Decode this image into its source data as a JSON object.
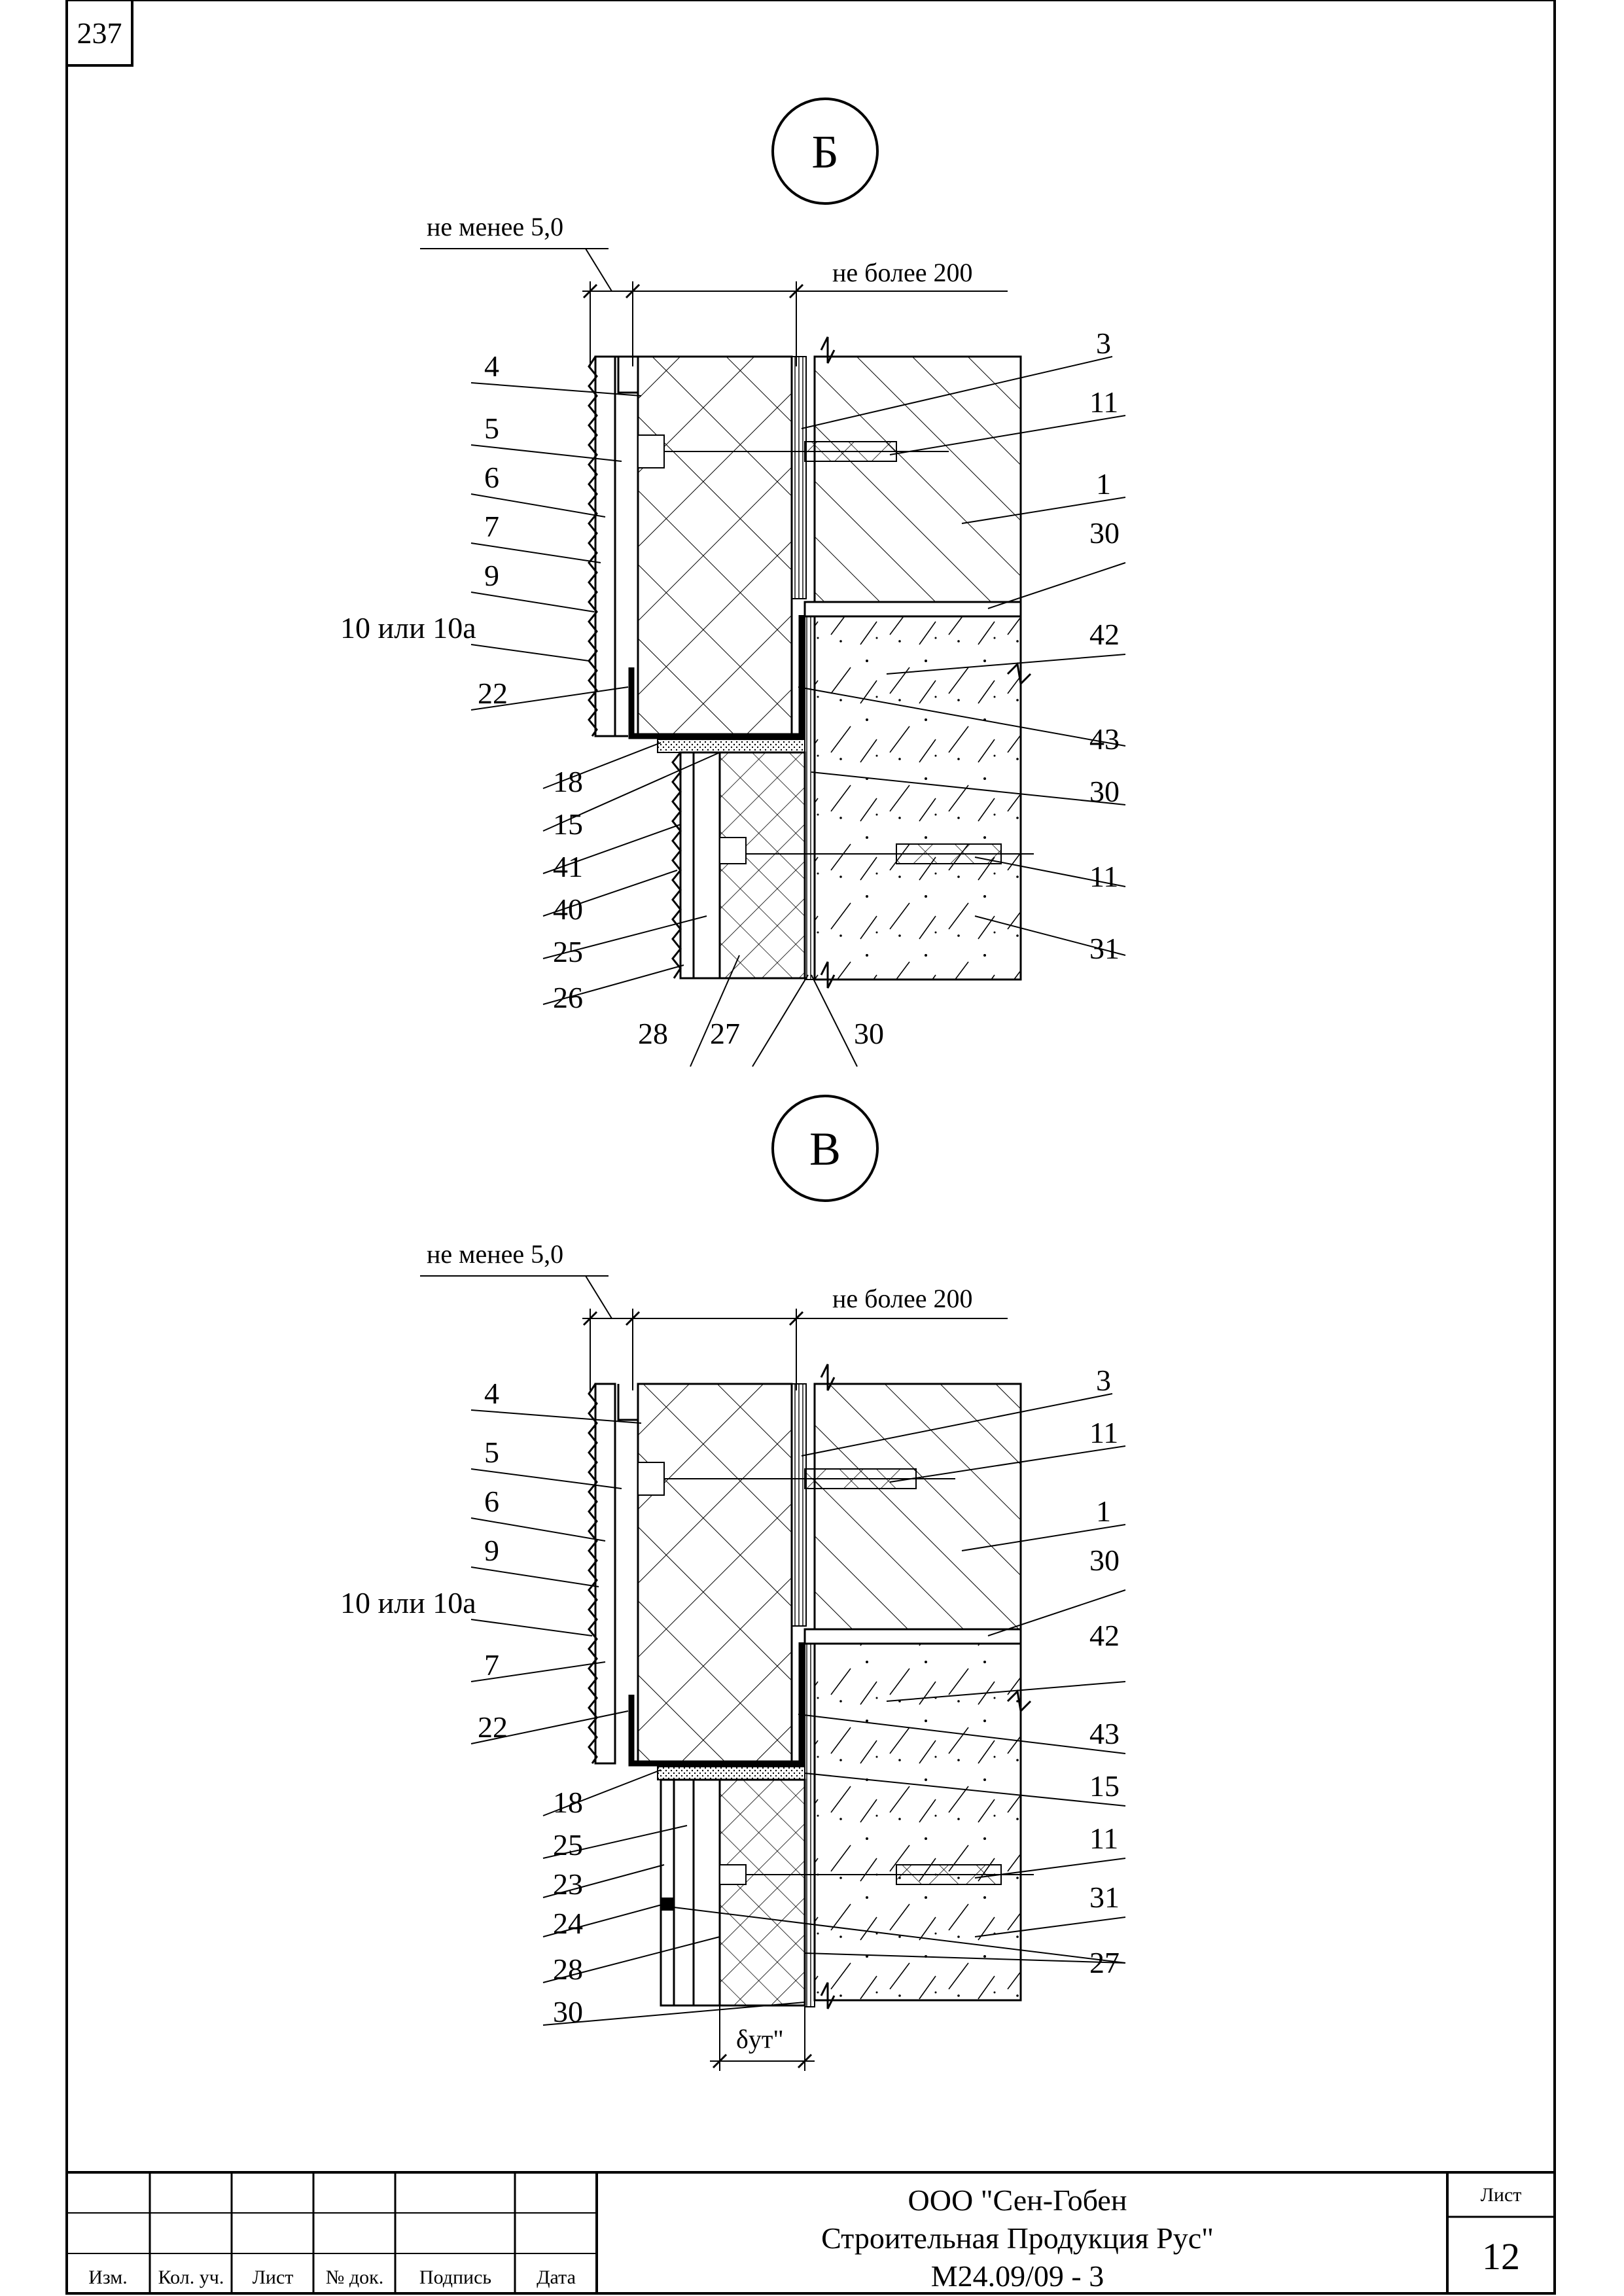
{
  "page_number": "237",
  "details": [
    {
      "marker": "Б",
      "dim_min_gap": "не менее 5,0",
      "dim_max_gap": "не более 200",
      "left_labels": [
        "4",
        "5",
        "6",
        "7",
        "9",
        "10 или 10а",
        "22",
        "18",
        "15",
        "41",
        "40",
        "25",
        "26"
      ],
      "right_labels": [
        "3",
        "11",
        "1",
        "30",
        "42",
        "43",
        "30",
        "11",
        "31"
      ],
      "bottom_labels": [
        "28",
        "27",
        "30"
      ]
    },
    {
      "marker": "В",
      "dim_min_gap": "не менее 5,0",
      "dim_max_gap": "не более 200",
      "left_labels": [
        "4",
        "5",
        "6",
        "9",
        "10 или 10а",
        "7",
        "22",
        "18",
        "25",
        "23",
        "24",
        "28",
        "30"
      ],
      "right_labels": [
        "3",
        "11",
        "1",
        "30",
        "42",
        "43",
        "15",
        "11",
        "31",
        "27"
      ],
      "bottom_dim": "δут\""
    }
  ],
  "title_block": {
    "columns": [
      "Изм.",
      "Кол. уч.",
      "Лист",
      "№ док.",
      "Подпись",
      "Дата"
    ],
    "organization_line1": "ООО \"Сен-Гобен",
    "organization_line2": "Строительная Продукция Рус\"",
    "document_code": "М24.09/09 - 3",
    "sheet_label": "Лист",
    "sheet_number": "12"
  }
}
